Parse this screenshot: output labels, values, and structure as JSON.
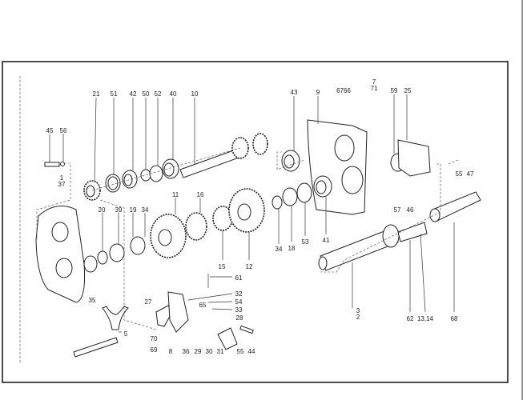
{
  "title": "Gearbox exploded parts diagram",
  "labels": {
    "p21": "21",
    "p51": "51",
    "p42": "42",
    "p50": "50",
    "p52": "52",
    "p40": "40",
    "p10": "10",
    "p45": "45",
    "p56": "56",
    "p1": "1",
    "p37": "37",
    "p20": "20",
    "p39": "39",
    "p19": "19",
    "p34a": "34",
    "p11": "11",
    "p16": "16",
    "p43": "43",
    "p9": "9",
    "p6766": "6766",
    "p7": "7",
    "p71": "71",
    "p59": "59",
    "p25": "25",
    "p55a": "55",
    "p47": "47",
    "p57": "57",
    "p46": "46",
    "p15": "15",
    "p12": "12",
    "p34b": "34",
    "p18": "18",
    "p53": "53",
    "p41": "41",
    "p35": "35",
    "p61": "61",
    "p32": "32",
    "p54": "54",
    "p33": "33",
    "p65": "65",
    "p27": "27",
    "p28": "28",
    "p5": "5",
    "p70": "70",
    "p69": "69",
    "p8": "8",
    "p36": "36",
    "p29": "29",
    "p30": "30",
    "p31": "31",
    "p55b": "55",
    "p44": "44",
    "p3": "3",
    "p2": "2",
    "p62": "62",
    "p1314": "13,14",
    "p68": "68"
  }
}
